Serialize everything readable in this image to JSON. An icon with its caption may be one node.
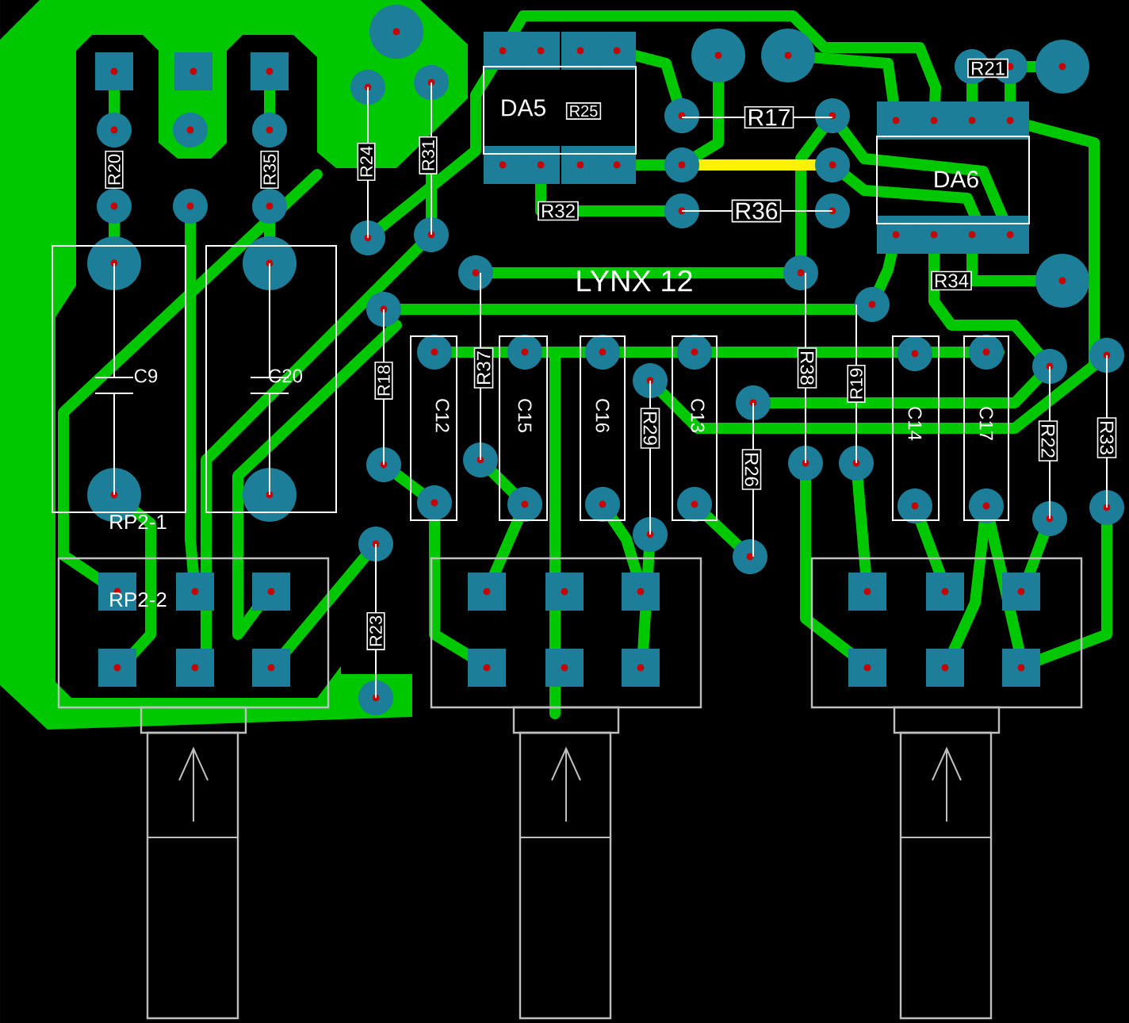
{
  "diagram": {
    "labels": [
      "R21",
      "DA5",
      "R25",
      "R17",
      "R24",
      "R31",
      "R20",
      "R35",
      "DA6",
      "R32",
      "R36",
      "R34",
      "LYNX 12",
      "R18",
      "R37",
      "C12",
      "C15",
      "C16",
      "R29",
      "C13",
      "R38",
      "R19",
      "C14",
      "C17",
      "R22",
      "R26",
      "R33",
      "C9",
      "C20",
      "RP2-1",
      "RP2-2",
      "R23"
    ]
  }
}
